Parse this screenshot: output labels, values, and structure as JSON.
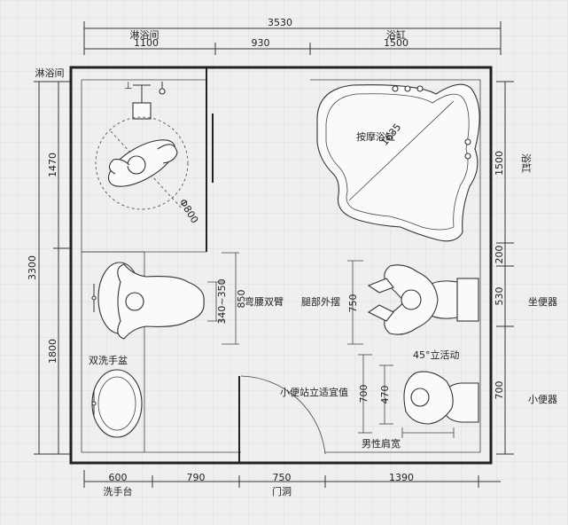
{
  "dimensions": {
    "total_width": "3530",
    "top": [
      "1100",
      "930",
      "1500"
    ],
    "bottom": [
      "600",
      "790",
      "750",
      "1390"
    ],
    "total_height": "3300",
    "left": [
      "1470",
      "1800"
    ],
    "right": [
      "1500",
      "200",
      "530",
      "700"
    ],
    "circle_diameter": "Φ800",
    "bathtub_diagonal": "1635",
    "hip_width": "340~350",
    "basin_depth": "850",
    "leg_swing": "750",
    "urinal_depth": "700",
    "urinal_inner": "470"
  },
  "labels": {
    "top_shower": "淋浴间",
    "top_tub": "浴缸",
    "left_shower": "淋浴间",
    "right_tub": "浴缸",
    "right_toilet": "坐便器",
    "right_urinal": "小便器",
    "bottom_sink": "洗手台",
    "bottom_door": "门洞",
    "massage_tub": "按摩浴缸",
    "bend_arms": "弯腰双臂",
    "double_basin": "双洗手盆",
    "leg_swing_text": "腿部外摆",
    "turn45": "45°立活动",
    "urinal_stand": "小便站立适宜值",
    "shoulder_width": "男性肩宽"
  }
}
